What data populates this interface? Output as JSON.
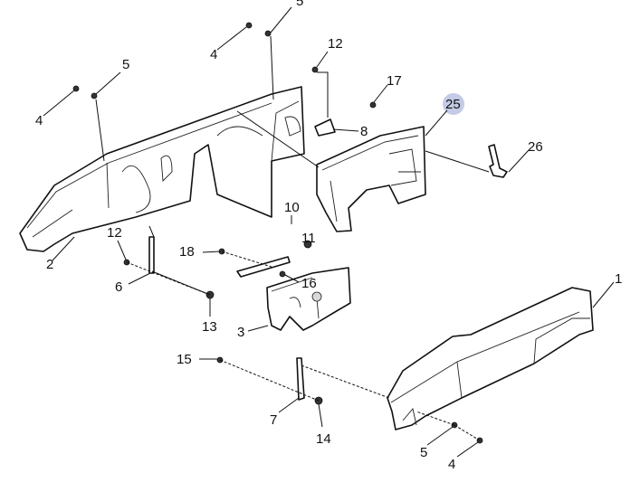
{
  "diagram": {
    "highlight_color": "#c3cbe6",
    "callouts": [
      {
        "id": "c1",
        "text": "5"
      },
      {
        "id": "c2",
        "text": "4"
      },
      {
        "id": "c3",
        "text": "5"
      },
      {
        "id": "c4",
        "text": "4"
      },
      {
        "id": "c5",
        "text": "12"
      },
      {
        "id": "c6",
        "text": "17"
      },
      {
        "id": "c7",
        "text": "25",
        "highlighted": true
      },
      {
        "id": "c8",
        "text": "8"
      },
      {
        "id": "c9",
        "text": "26"
      },
      {
        "id": "c10",
        "text": "10"
      },
      {
        "id": "c11",
        "text": "11"
      },
      {
        "id": "c12",
        "text": "18"
      },
      {
        "id": "c13",
        "text": "12"
      },
      {
        "id": "c14",
        "text": "2"
      },
      {
        "id": "c15",
        "text": "6"
      },
      {
        "id": "c16",
        "text": "16"
      },
      {
        "id": "c17",
        "text": "13"
      },
      {
        "id": "c18",
        "text": "3"
      },
      {
        "id": "c19",
        "text": "1"
      },
      {
        "id": "c20",
        "text": "15"
      },
      {
        "id": "c21",
        "text": "7"
      },
      {
        "id": "c22",
        "text": "14"
      },
      {
        "id": "c23",
        "text": "5"
      },
      {
        "id": "c24",
        "text": "4"
      }
    ]
  }
}
